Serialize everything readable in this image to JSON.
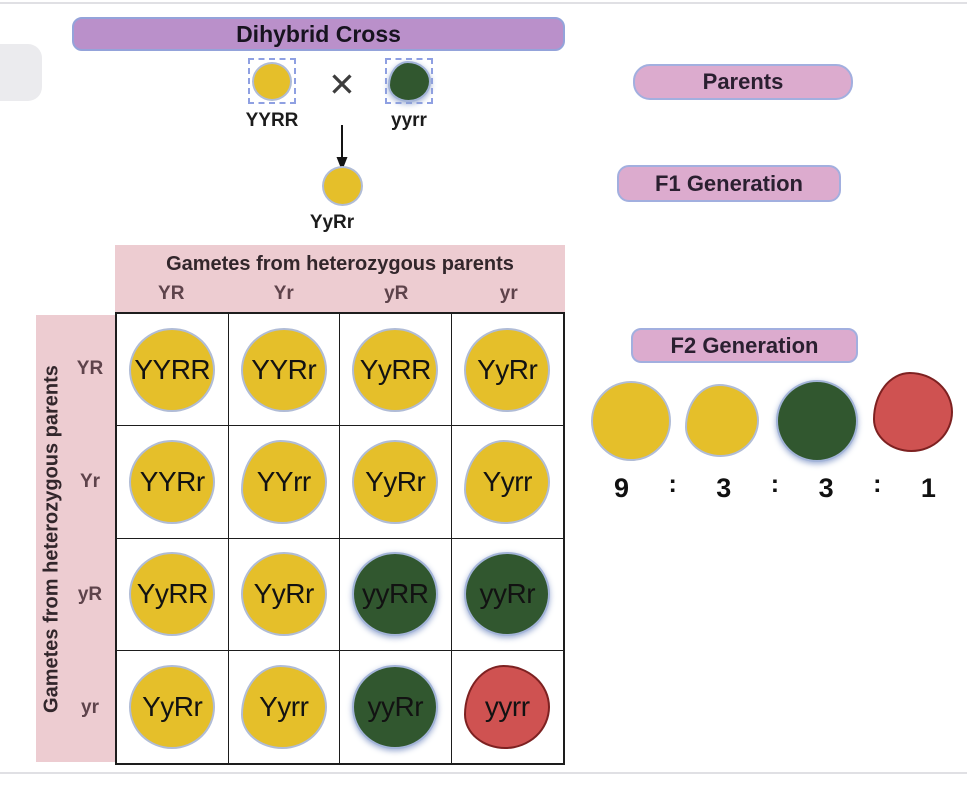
{
  "banner": {
    "title": "Dihybrid Cross"
  },
  "cross": {
    "parent_left": {
      "genotype": "YYRR",
      "phenotype": "yellow-round"
    },
    "times": "✕",
    "parent_right": {
      "genotype": "yyrr",
      "phenotype": "green-wrinkled"
    },
    "f1": {
      "genotype": "YyRr",
      "phenotype": "yellow-round"
    }
  },
  "stage_labels": {
    "parents": "Parents",
    "f1": "F1 Generation",
    "f2": "F2 Generation"
  },
  "punnett": {
    "top_header": "Gametes from heterozygous parents",
    "left_header": "Gametes from heterozygous parents",
    "col_labels": [
      "YR",
      "Yr",
      "yR",
      "yr"
    ],
    "row_labels": [
      "YR",
      "Yr",
      "yR",
      "yr"
    ],
    "cells": [
      [
        {
          "g": "YYRR",
          "phenotype": "yellow-round"
        },
        {
          "g": "YYRr",
          "phenotype": "yellow-round"
        },
        {
          "g": "YyRR",
          "phenotype": "yellow-round"
        },
        {
          "g": "YyRr",
          "phenotype": "yellow-round"
        }
      ],
      [
        {
          "g": "YYRr",
          "phenotype": "yellow-round"
        },
        {
          "g": "YYrr",
          "phenotype": "yellow-wrinkled"
        },
        {
          "g": "YyRr",
          "phenotype": "yellow-round"
        },
        {
          "g": "Yyrr",
          "phenotype": "yellow-wrinkled"
        }
      ],
      [
        {
          "g": "YyRR",
          "phenotype": "yellow-round"
        },
        {
          "g": "YyRr",
          "phenotype": "yellow-round"
        },
        {
          "g": "yyRR",
          "phenotype": "green-round"
        },
        {
          "g": "yyRr",
          "phenotype": "green-round"
        }
      ],
      [
        {
          "g": "YyRr",
          "phenotype": "yellow-round"
        },
        {
          "g": "Yyrr",
          "phenotype": "yellow-wrinkled"
        },
        {
          "g": "yyRr",
          "phenotype": "green-round"
        },
        {
          "g": "yyrr",
          "phenotype": "red-wrinkled"
        }
      ]
    ]
  },
  "f2_row": {
    "phenotypes": [
      {
        "phenotype": "yellow-round",
        "count": "9"
      },
      {
        "phenotype": "yellow-wrinkled",
        "count": "3"
      },
      {
        "phenotype": "green-round",
        "count": "3"
      },
      {
        "phenotype": "red-wrinkled",
        "count": "1"
      }
    ],
    "ratio": [
      "9",
      ":",
      "3",
      ":",
      "3",
      ":",
      "1"
    ]
  },
  "colors": {
    "banner_purple": "#ba90ca",
    "pill_pink": "#dcabce",
    "band_pink": "#edccd1",
    "pea_yellow": "#e5bf2a",
    "pea_green": "#31572f",
    "pea_red": "#cf5251",
    "red_border": "#7d2121",
    "blue_outline": "#b0bcd6",
    "pill_border": "#a2afdf"
  }
}
